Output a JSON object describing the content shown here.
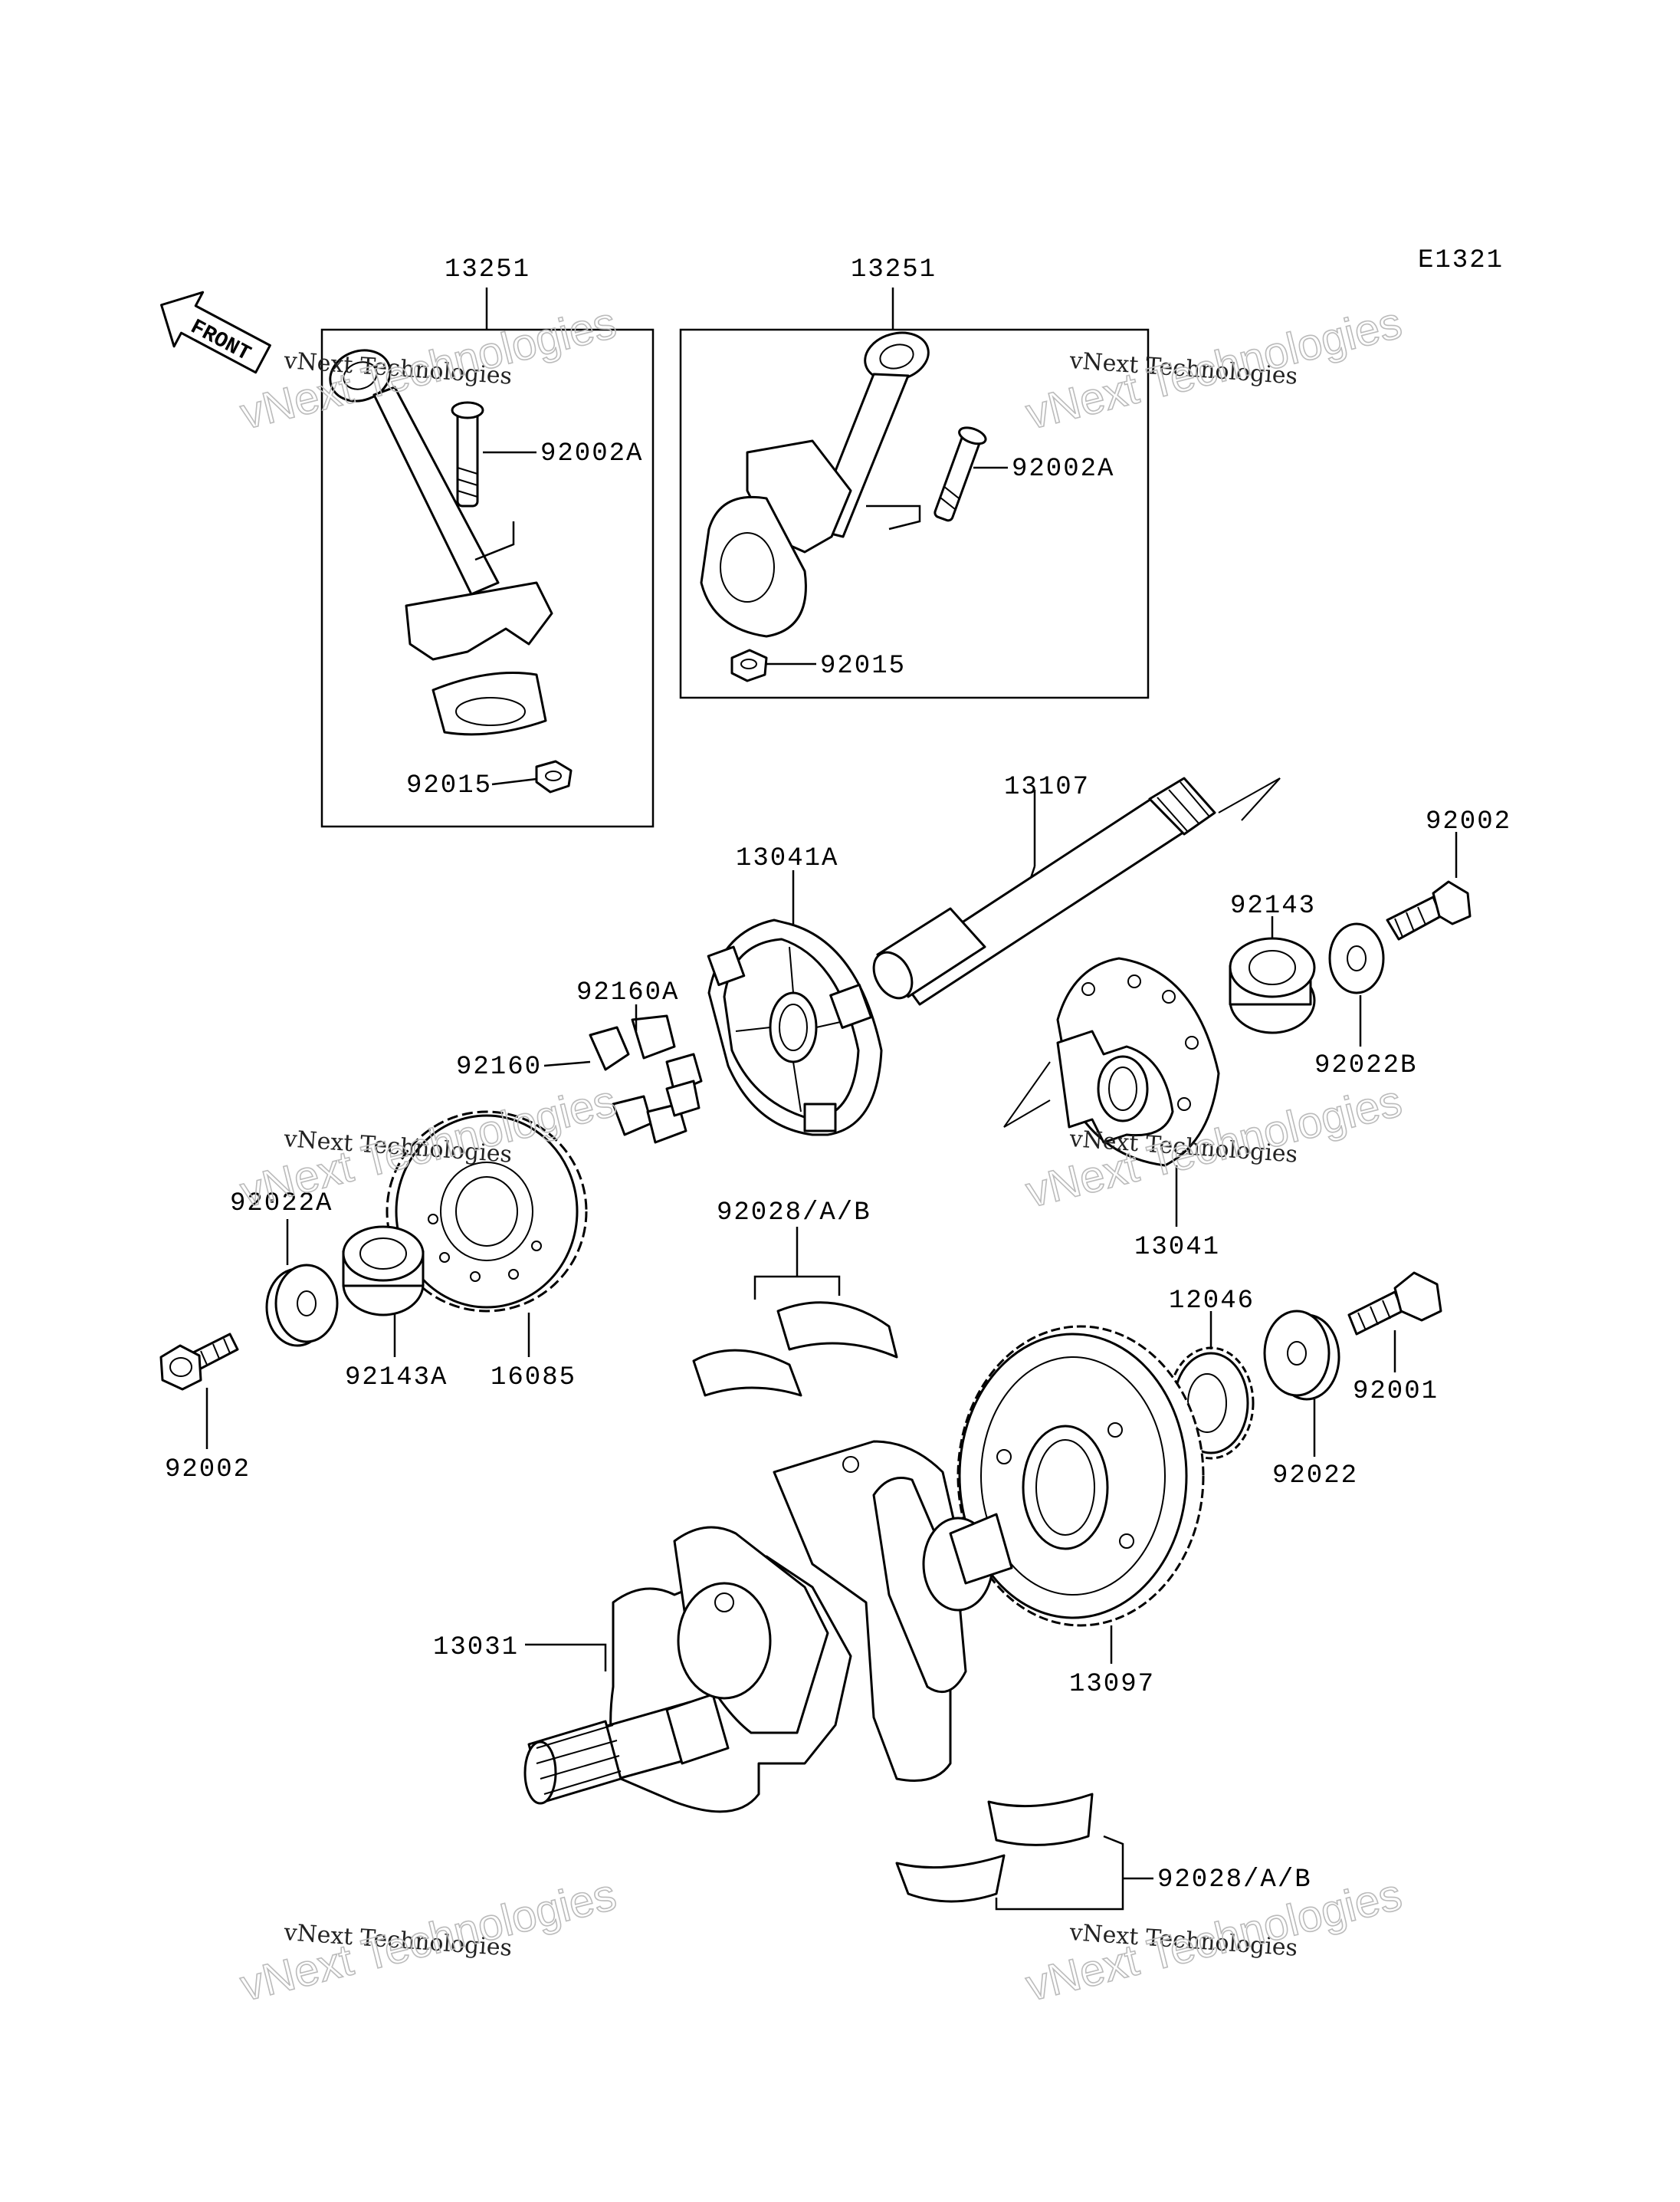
{
  "diagram_code": "E1321",
  "front_label": "FRONT",
  "watermark": {
    "line1": "vNext Technologies",
    "line2": "vNext Technologies"
  },
  "parts": {
    "rod_left": "13251",
    "rod_right": "13251",
    "bolt_left": "92002A",
    "bolt_right": "92002A",
    "nut_left": "92015",
    "nut_right": "92015",
    "shaft": "13107",
    "coupling_a": "13041A",
    "damper_a": "92160A",
    "damper": "92160",
    "bolt_top_right": "92002",
    "collar_top": "92143",
    "washer_b": "92022B",
    "coupling": "13041",
    "washer_a": "92022A",
    "collar_a": "92143A",
    "sprocket": "16085",
    "bolt_left_low": "92002",
    "bearing_upper": "92028/A/B",
    "gear_small": "12046",
    "bolt_right_low": "92001",
    "washer": "92022",
    "crankshaft": "13031",
    "gear_large": "13097",
    "bearing_lower": "92028/A/B"
  }
}
